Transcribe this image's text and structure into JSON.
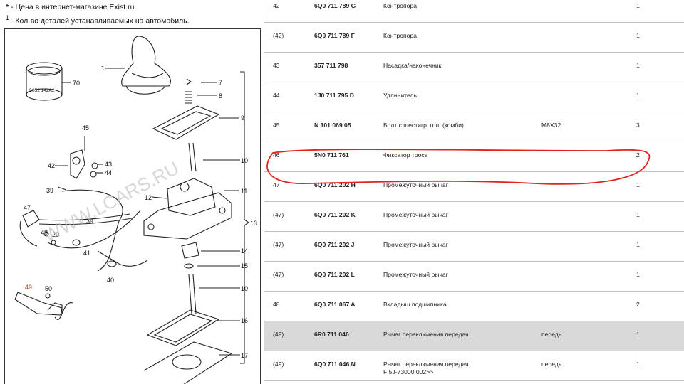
{
  "notes": [
    {
      "marker": "*",
      "text": "- Цена в интернет-магазине Exist.ru"
    },
    {
      "marker": "1",
      "text": "- Кол-во деталей устанавливаемых на автомобиль."
    }
  ],
  "diagram": {
    "labels": [
      "1",
      "70",
      "7",
      "8",
      "9",
      "45",
      "42",
      "43",
      "44",
      "10",
      "39",
      "11",
      "12",
      "47",
      "48",
      "20",
      "39",
      "13",
      "41",
      "14",
      "40",
      "15",
      "49",
      "50",
      "10",
      "16",
      "17"
    ],
    "badge_text": "G052 142A2",
    "watermark": "WWW.LCARS.RU"
  },
  "rows": [
    {
      "pos": "42",
      "pn": "6Q0 711 789 G",
      "desc": "Контропора",
      "desc2": "",
      "note": "",
      "qty": "1",
      "hl": false
    },
    {
      "pos": "(42)",
      "pn": "6Q0 711 789 F",
      "desc": "Контропора",
      "desc2": "",
      "note": "",
      "qty": "1",
      "hl": false
    },
    {
      "pos": "43",
      "pn": "357 711 798",
      "desc": "Насадка/наконечник",
      "desc2": "",
      "note": "",
      "qty": "1",
      "hl": false
    },
    {
      "pos": "44",
      "pn": "1J0 711 795 D",
      "desc": "Удлинитель",
      "desc2": "",
      "note": "",
      "qty": "1",
      "hl": false
    },
    {
      "pos": "45",
      "pn": "N 101 069 05",
      "desc": "Болт с шестигр. гол. (комби)",
      "desc2": "",
      "note": "M8X32",
      "qty": "3",
      "hl": false
    },
    {
      "pos": "46",
      "pn": "5N0 711 761",
      "desc": "Фиксатор троса",
      "desc2": "",
      "note": "",
      "qty": "2",
      "hl": false
    },
    {
      "pos": "47",
      "pn": "6Q0 711 202 H",
      "desc": "Промежуточный рычаг",
      "desc2": "",
      "note": "",
      "qty": "1",
      "hl": false
    },
    {
      "pos": "(47)",
      "pn": "6Q0 711 202 K",
      "desc": "Промежуточный рычаг",
      "desc2": "",
      "note": "",
      "qty": "1",
      "hl": false
    },
    {
      "pos": "(47)",
      "pn": "6Q0 711 202 J",
      "desc": "Промежуточный рычаг",
      "desc2": "",
      "note": "",
      "qty": "1",
      "hl": false
    },
    {
      "pos": "(47)",
      "pn": "6Q0 711 202 L",
      "desc": "Промежуточный рычаг",
      "desc2": "",
      "note": "",
      "qty": "1",
      "hl": false
    },
    {
      "pos": "48",
      "pn": "6Q0 711 067 A",
      "desc": "Вкладыш подшипника",
      "desc2": "",
      "note": "",
      "qty": "2",
      "hl": false
    },
    {
      "pos": "(49)",
      "pn": "6R0 711 046",
      "desc": "Рычаг переключения передач",
      "desc2": "",
      "note": "передн.",
      "qty": "1",
      "hl": true
    },
    {
      "pos": "(49)",
      "pn": "6Q0 711 046 N",
      "desc": "Рычаг переключения передач",
      "desc2": "F 5J-73000 002>>",
      "note": "передн.",
      "qty": "1",
      "hl": false
    }
  ],
  "highlight": {
    "color": "#e0241b",
    "row_pos": "46"
  }
}
